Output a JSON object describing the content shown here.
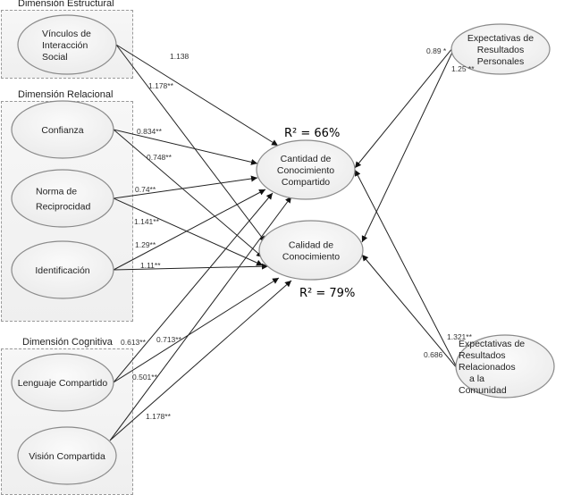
{
  "groups": {
    "estructural": "Dimensión Estructural",
    "relacional": "Dimensión Relacional",
    "cognitiva": "Dimensión Cognitiva"
  },
  "nodes": {
    "vinculos": [
      "Vínculos de",
      "Interacción",
      "Social"
    ],
    "confianza": [
      "Confianza"
    ],
    "norma": [
      "Norma de",
      "Reciprocidad"
    ],
    "identificacion": [
      "Identificación"
    ],
    "lenguaje": [
      "Lenguaje Compartido"
    ],
    "vision": [
      "Visión Compartida"
    ],
    "cantidad": [
      "Cantidad de",
      "Conocimiento",
      "Compartido"
    ],
    "calidad": [
      "Calidad de",
      "Conocimiento"
    ],
    "personales": [
      "Expectativas de",
      "Resultados",
      "Personales"
    ],
    "comunidad": [
      "Expectativas de",
      "Resultados",
      "Relacionados",
      "a la",
      "Comunidad"
    ]
  },
  "r2": {
    "cantidad": "R² = 66%",
    "calidad": "R² = 79%"
  },
  "paths": [
    {
      "from": "vinculos",
      "to": "cantidad",
      "coef": "1.138"
    },
    {
      "from": "vinculos",
      "to": "calidad",
      "coef": "1.178**"
    },
    {
      "from": "confianza",
      "to": "cantidad",
      "coef": "0.834**"
    },
    {
      "from": "confianza",
      "to": "calidad",
      "coef": "0.748**"
    },
    {
      "from": "norma",
      "to": "cantidad",
      "coef": "0.74**"
    },
    {
      "from": "norma",
      "to": "calidad",
      "coef": "1.141**"
    },
    {
      "from": "identificacion",
      "to": "cantidad",
      "coef": "1.29**"
    },
    {
      "from": "identificacion",
      "to": "calidad",
      "coef": "1.11**"
    },
    {
      "from": "lenguaje",
      "to": "cantidad",
      "coef": "0.613**"
    },
    {
      "from": "lenguaje",
      "to": "calidad",
      "coef": "0.713**"
    },
    {
      "from": "vision",
      "to": "cantidad",
      "coef": "0.501**"
    },
    {
      "from": "vision",
      "to": "calidad",
      "coef": "1.178**"
    },
    {
      "from": "personales",
      "to": "cantidad",
      "coef": "0.89 *"
    },
    {
      "from": "personales",
      "to": "calidad",
      "coef": "1.25 **"
    },
    {
      "from": "comunidad",
      "to": "cantidad",
      "coef": "1.321**"
    },
    {
      "from": "comunidad",
      "to": "calidad",
      "coef": "0.686"
    }
  ]
}
